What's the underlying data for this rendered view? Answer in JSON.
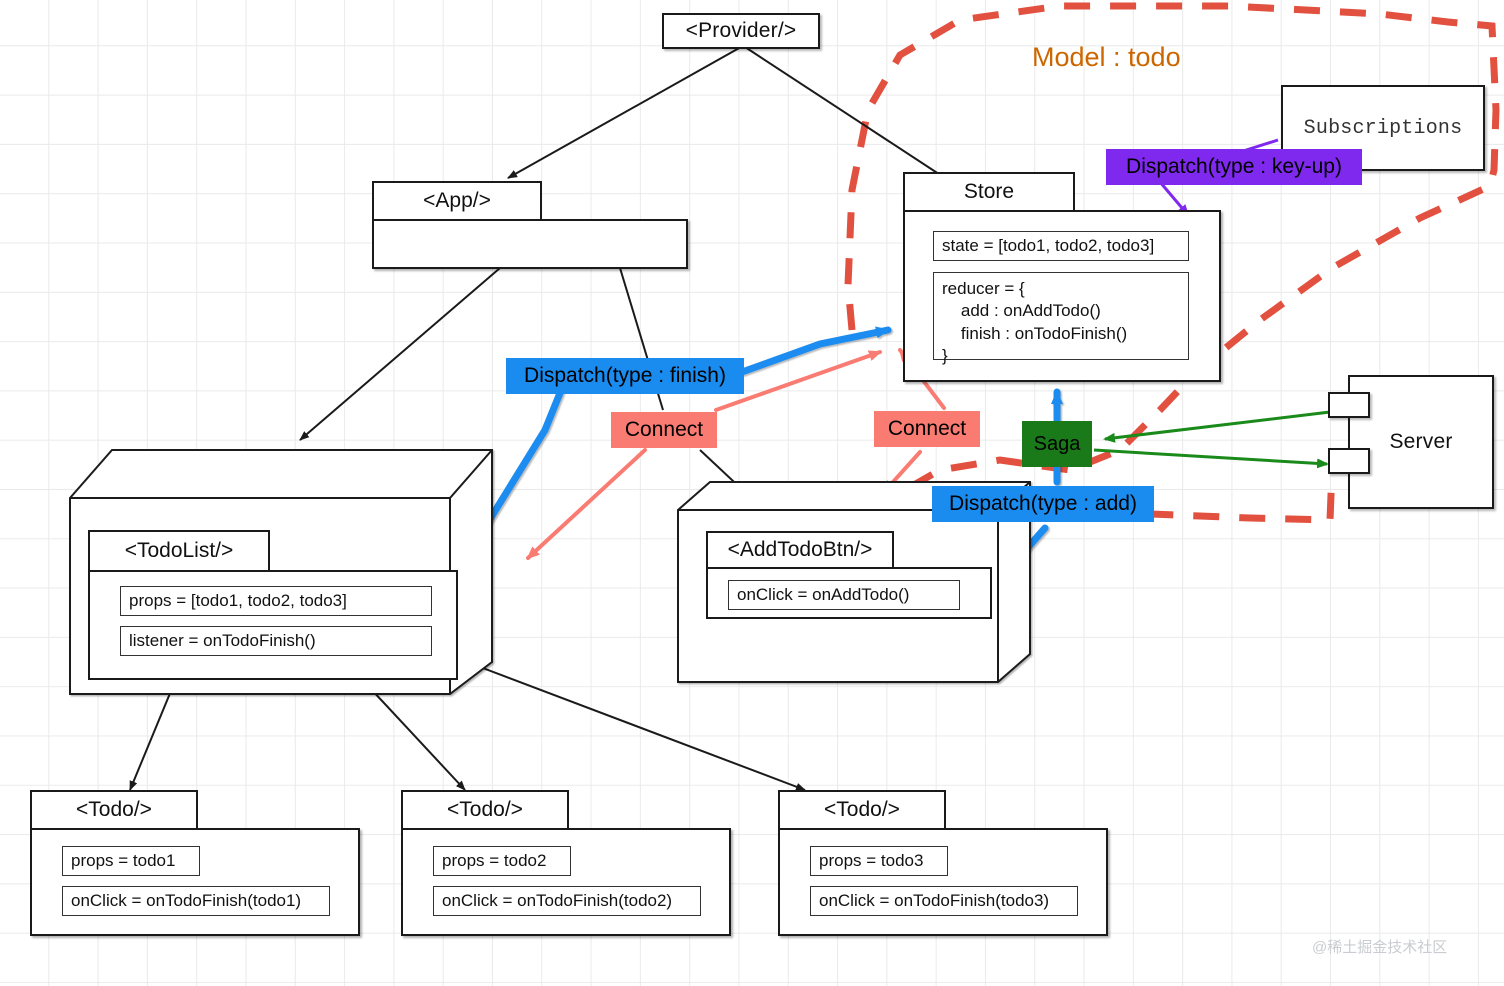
{
  "diagram": {
    "model_title": "Model : todo",
    "watermark": "@稀土掘金技术社区",
    "colors": {
      "dispatch_blue": "#1a8cf0",
      "connect_red": "#fa7b72",
      "subscription_purple": "#7f28ee",
      "saga_green": "#1a7a1a",
      "model_boundary": "#e2503f",
      "model_title_color": "#cc6600",
      "server_link_green": "#1a8a1a"
    }
  },
  "nodes": {
    "provider": {
      "title": "<Provider/>"
    },
    "app": {
      "title": "<App/>"
    },
    "store": {
      "title": "Store",
      "state": "state = [todo1, todo2, todo3]",
      "reducer": "reducer = {\n    add : onAddTodo()\n    finish : onTodoFinish()\n}"
    },
    "subscriptions": {
      "title": "Subscriptions"
    },
    "server": {
      "title": "Server"
    },
    "todolist": {
      "title": "<TodoList/>",
      "props": "props = [todo1, todo2, todo3]",
      "listener": "listener = onTodoFinish()"
    },
    "addtodobtn": {
      "title": "<AddTodoBtn/>",
      "onclick": "onClick = onAddTodo()"
    },
    "todo1": {
      "title": "<Todo/>",
      "props": "props = todo1",
      "onclick": "onClick = onTodoFinish(todo1)"
    },
    "todo2": {
      "title": "<Todo/>",
      "props": "props = todo2",
      "onclick": "onClick = onTodoFinish(todo2)"
    },
    "todo3": {
      "title": "<Todo/>",
      "props": "props = todo3",
      "onclick": "onClick = onTodoFinish(todo3)"
    }
  },
  "labels": {
    "dispatch_finish": "Dispatch(type : finish)",
    "dispatch_add": "Dispatch(type : add)",
    "dispatch_keyup": "Dispatch(type : key-up)",
    "connect_left": "Connect",
    "connect_right": "Connect",
    "saga": "Saga"
  }
}
